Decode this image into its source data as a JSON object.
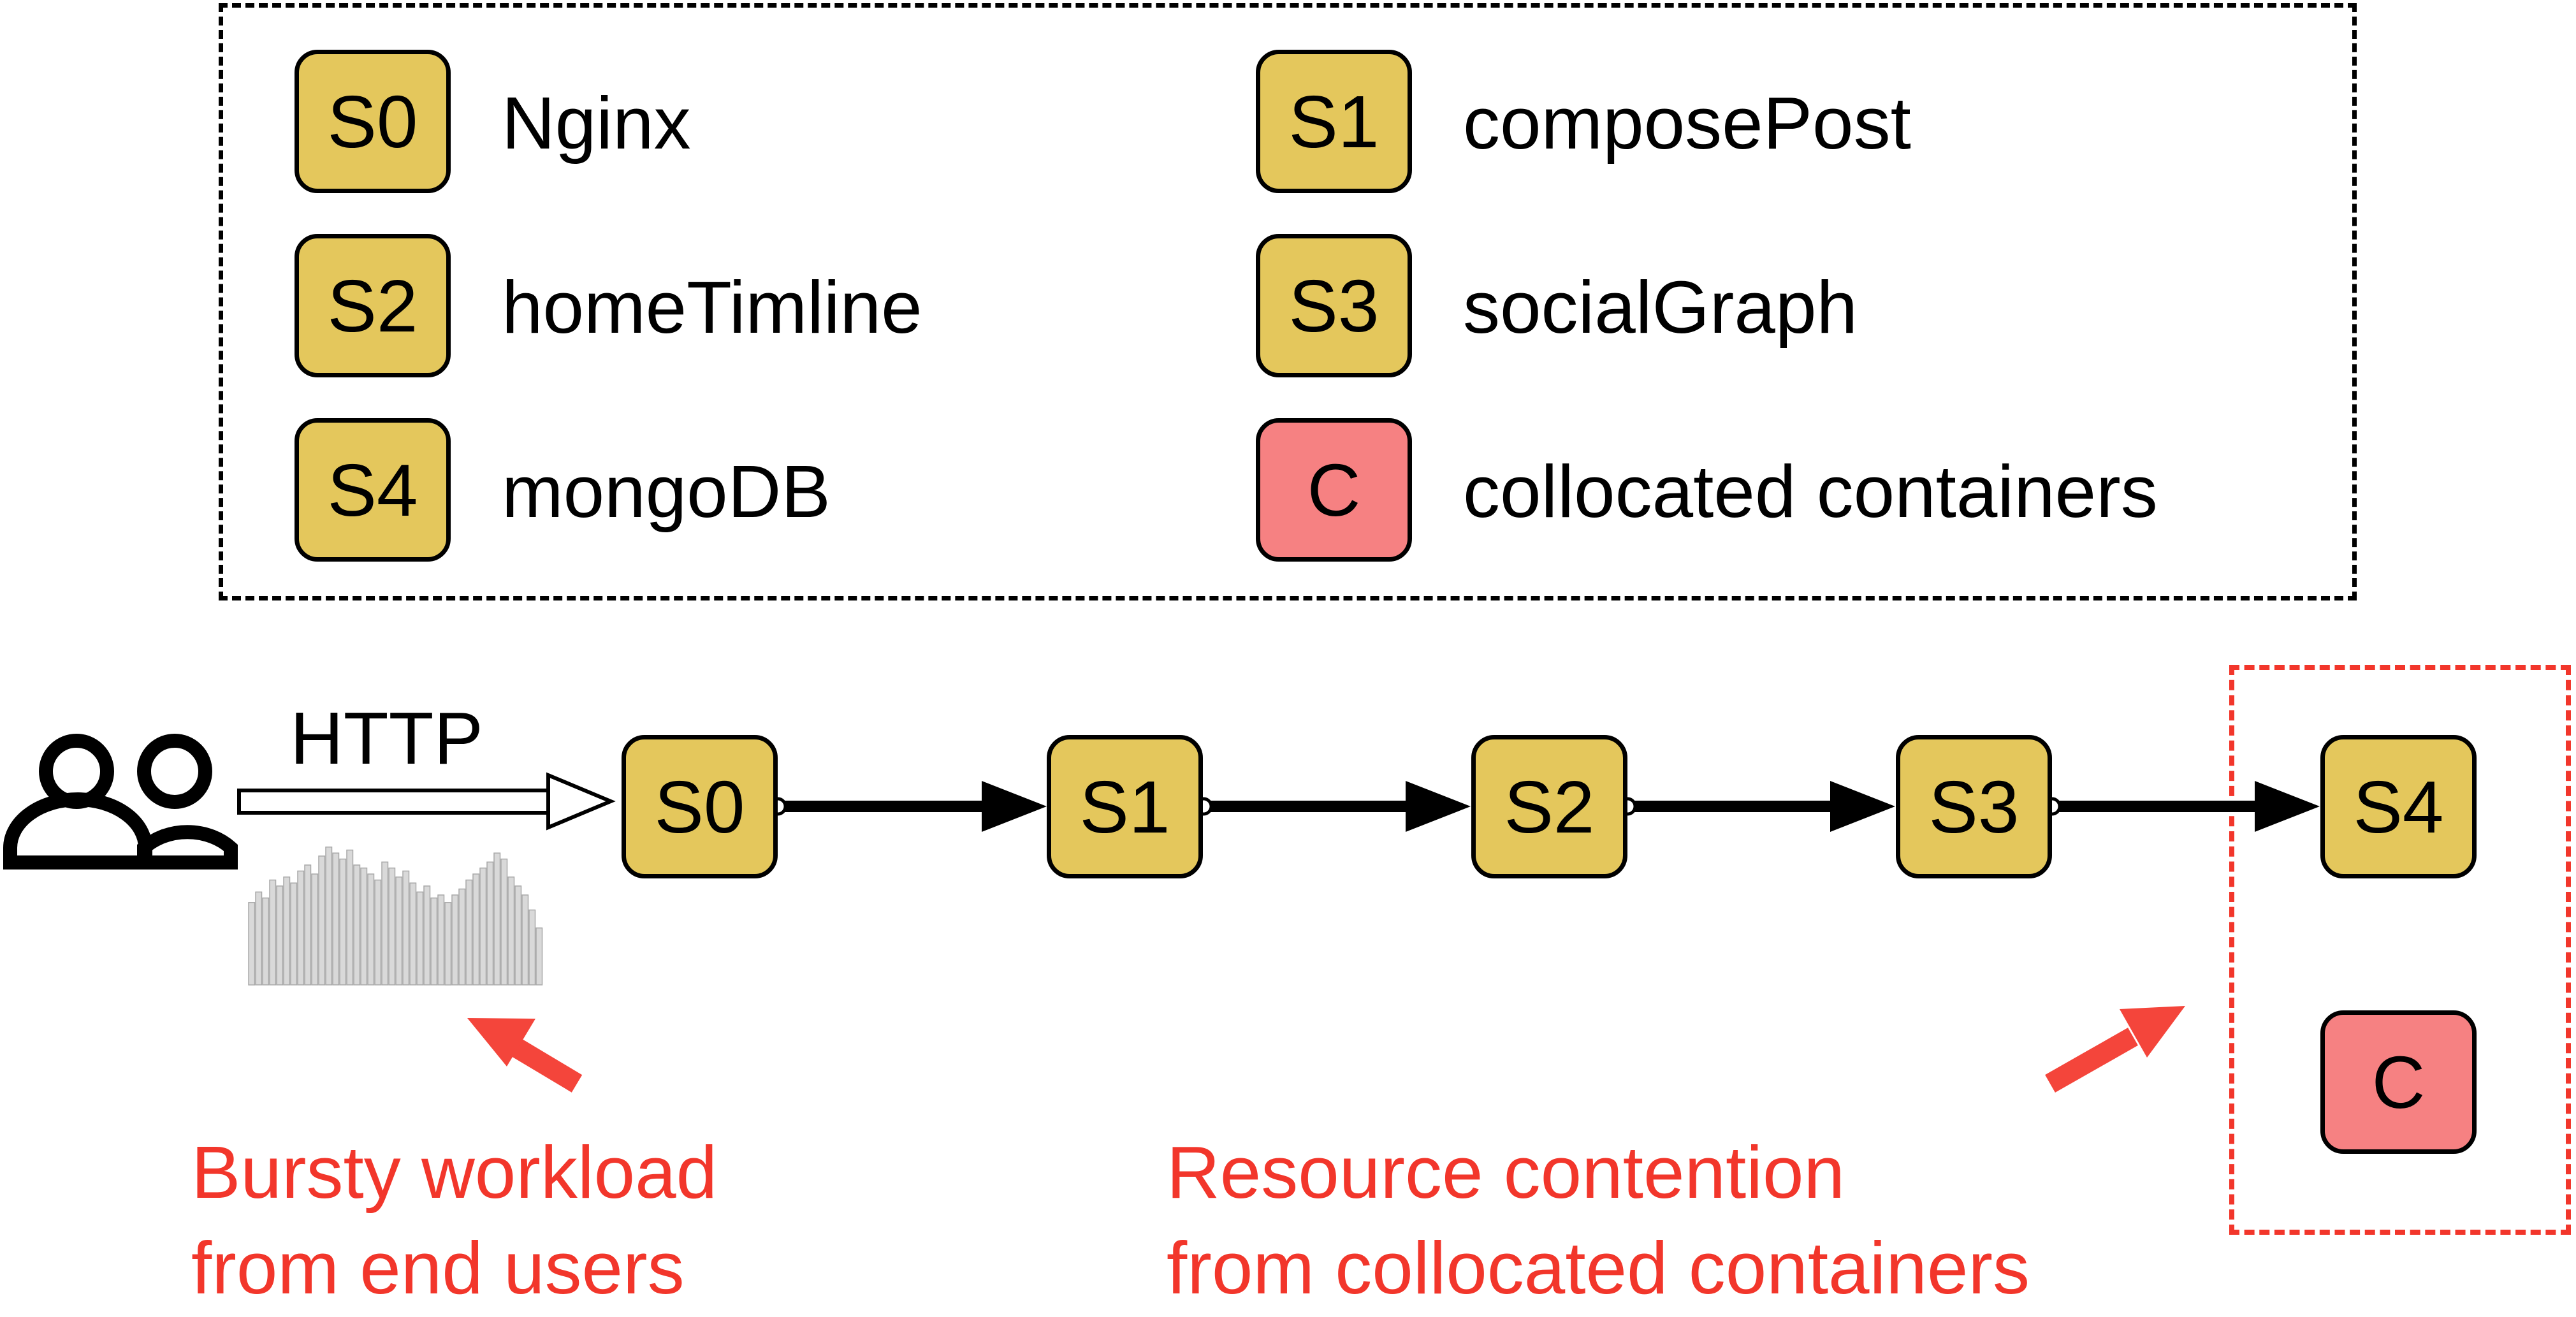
{
  "legend": {
    "items": [
      {
        "code": "S0",
        "label": "Nginx",
        "color": "#e4c75c"
      },
      {
        "code": "S1",
        "label": "composePost",
        "color": "#e4c75c"
      },
      {
        "code": "S2",
        "label": "homeTimline",
        "color": "#e4c75c"
      },
      {
        "code": "S3",
        "label": "socialGraph",
        "color": "#e4c75c"
      },
      {
        "code": "S4",
        "label": "mongoDB",
        "color": "#e4c75c"
      },
      {
        "code": "C",
        "label": "collocated containers",
        "color": "#f68182"
      }
    ]
  },
  "pipeline": {
    "protocol_label": "HTTP",
    "nodes": [
      "S0",
      "S1",
      "S2",
      "S3",
      "S4"
    ],
    "collocated_node": "C"
  },
  "annotations": {
    "bursty_line1": "Bursty workload",
    "bursty_line2": "from end users",
    "contention_line1": "Resource contention",
    "contention_line2": "from collocated containers"
  },
  "colors": {
    "service": "#e4c75c",
    "collocated": "#f68182",
    "annotation": "#f2362b",
    "histogram": "#d9d9d9"
  },
  "icons": {
    "users": "users-icon",
    "histogram": "bursty-histogram-icon"
  }
}
